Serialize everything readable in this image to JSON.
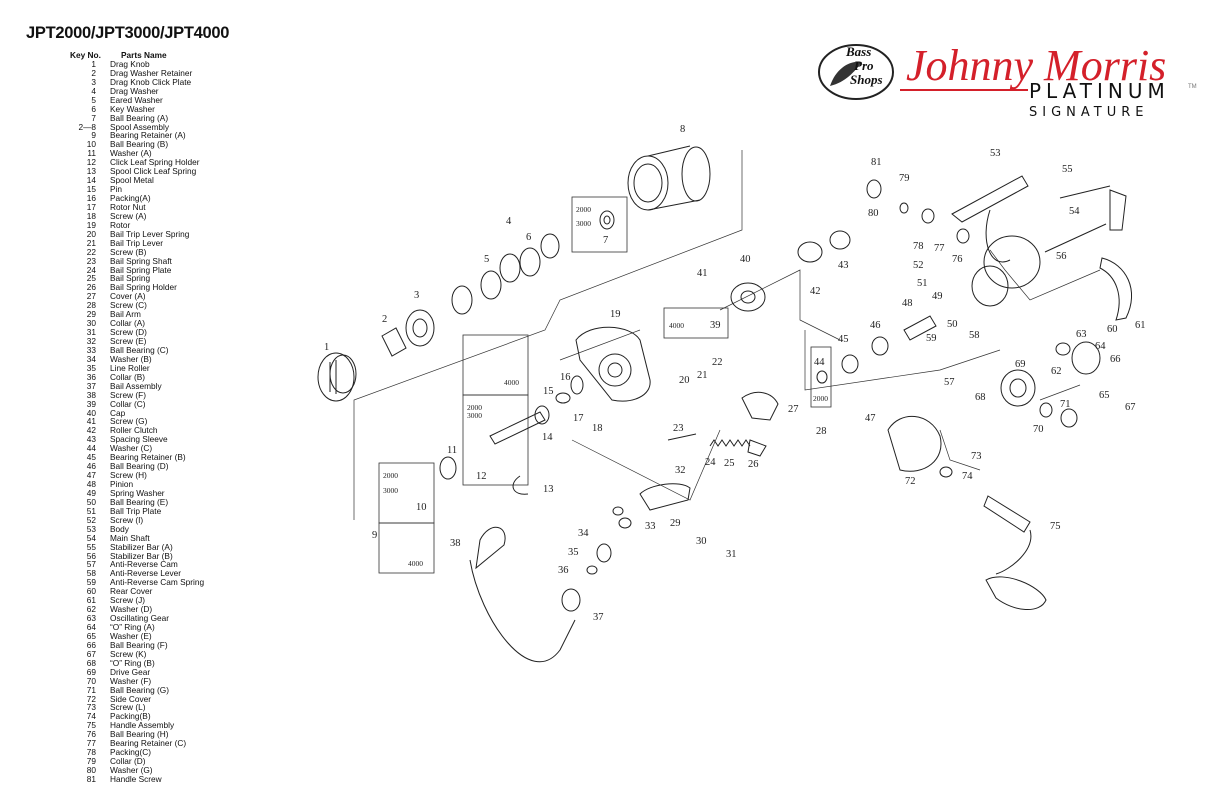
{
  "model": "JPT2000/JPT3000/JPT4000",
  "parts_header": {
    "key": "Key No.",
    "name": "Parts Name"
  },
  "parts": [
    {
      "key": "1",
      "name": "Drag Knob"
    },
    {
      "key": "2",
      "name": "Drag Washer Retainer"
    },
    {
      "key": "3",
      "name": "Drag Knob Click Plate"
    },
    {
      "key": "4",
      "name": "Drag Washer"
    },
    {
      "key": "5",
      "name": "Eared Washer"
    },
    {
      "key": "6",
      "name": "Key Washer"
    },
    {
      "key": "7",
      "name": "Ball Bearing (A)"
    },
    {
      "key": "2—8",
      "name": "Spool Assembly"
    },
    {
      "key": "9",
      "name": "Bearing Retainer (A)"
    },
    {
      "key": "10",
      "name": "Ball Bearing (B)"
    },
    {
      "key": "11",
      "name": "Washer (A)"
    },
    {
      "key": "12",
      "name": "Click Leaf Spring Holder"
    },
    {
      "key": "13",
      "name": "Spool Click Leaf Spring"
    },
    {
      "key": "14",
      "name": "Spool Metal"
    },
    {
      "key": "15",
      "name": "Pin"
    },
    {
      "key": "16",
      "name": "Packing(A)"
    },
    {
      "key": "17",
      "name": "Rotor Nut"
    },
    {
      "key": "18",
      "name": "Screw (A)"
    },
    {
      "key": "19",
      "name": "Rotor"
    },
    {
      "key": "20",
      "name": "Bail Trip Lever Spring"
    },
    {
      "key": "21",
      "name": "Bail Trip Lever"
    },
    {
      "key": "22",
      "name": "Screw (B)"
    },
    {
      "key": "23",
      "name": "Bail Spring Shaft"
    },
    {
      "key": "24",
      "name": "Bail Spring Plate"
    },
    {
      "key": "25",
      "name": "Bail Spring"
    },
    {
      "key": "26",
      "name": "Bail Spring Holder"
    },
    {
      "key": "27",
      "name": "Cover (A)"
    },
    {
      "key": "28",
      "name": "Screw (C)"
    },
    {
      "key": "29",
      "name": "Bail Arm"
    },
    {
      "key": "30",
      "name": "Collar (A)"
    },
    {
      "key": "31",
      "name": "Screw (D)"
    },
    {
      "key": "32",
      "name": "Screw (E)"
    },
    {
      "key": "33",
      "name": "Ball Bearing (C)"
    },
    {
      "key": "34",
      "name": "Washer (B)"
    },
    {
      "key": "35",
      "name": "Line Roller"
    },
    {
      "key": "36",
      "name": "Collar (B)"
    },
    {
      "key": "37",
      "name": "Bail Assembly"
    },
    {
      "key": "38",
      "name": "Screw (F)"
    },
    {
      "key": "39",
      "name": "Collar (C)"
    },
    {
      "key": "40",
      "name": "Cap"
    },
    {
      "key": "41",
      "name": "Screw (G)"
    },
    {
      "key": "42",
      "name": "Roller Clutch"
    },
    {
      "key": "43",
      "name": "Spacing Sleeve"
    },
    {
      "key": "44",
      "name": "Washer (C)"
    },
    {
      "key": "45",
      "name": "Bearing Retainer (B)"
    },
    {
      "key": "46",
      "name": "Ball Bearing (D)"
    },
    {
      "key": "47",
      "name": "Screw (H)"
    },
    {
      "key": "48",
      "name": "Pinion"
    },
    {
      "key": "49",
      "name": "Spring Washer"
    },
    {
      "key": "50",
      "name": "Ball Bearing (E)"
    },
    {
      "key": "51",
      "name": "Ball Trip Plate"
    },
    {
      "key": "52",
      "name": "Screw (I)"
    },
    {
      "key": "53",
      "name": "Body"
    },
    {
      "key": "54",
      "name": "Main Shaft"
    },
    {
      "key": "55",
      "name": "Stabilizer Bar (A)"
    },
    {
      "key": "56",
      "name": "Stabilizer Bar (B)"
    },
    {
      "key": "57",
      "name": "Anti-Reverse Cam"
    },
    {
      "key": "58",
      "name": "Anti-Reverse Lever"
    },
    {
      "key": "59",
      "name": "Anti-Reverse Cam Spring"
    },
    {
      "key": "60",
      "name": "Rear Cover"
    },
    {
      "key": "61",
      "name": "Screw (J)"
    },
    {
      "key": "62",
      "name": "Washer (D)"
    },
    {
      "key": "63",
      "name": "Oscillating Gear"
    },
    {
      "key": "64",
      "name": "“O” Ring (A)"
    },
    {
      "key": "65",
      "name": "Washer (E)"
    },
    {
      "key": "66",
      "name": "Ball Bearing (F)"
    },
    {
      "key": "67",
      "name": "Screw (K)"
    },
    {
      "key": "68",
      "name": "“O” Ring (B)"
    },
    {
      "key": "69",
      "name": "Drive Gear"
    },
    {
      "key": "70",
      "name": "Washer (F)"
    },
    {
      "key": "71",
      "name": "Ball Bearing (G)"
    },
    {
      "key": "72",
      "name": "Side Cover"
    },
    {
      "key": "73",
      "name": "Screw (L)"
    },
    {
      "key": "74",
      "name": "Packing(B)"
    },
    {
      "key": "75",
      "name": "Handle Assembly"
    },
    {
      "key": "76",
      "name": "Ball Bearing (H)"
    },
    {
      "key": "77",
      "name": "Bearing Retainer (C)"
    },
    {
      "key": "78",
      "name": "Packing(C)"
    },
    {
      "key": "79",
      "name": "Collar (D)"
    },
    {
      "key": "80",
      "name": "Washer (G)"
    },
    {
      "key": "81",
      "name": "Handle Screw"
    }
  ],
  "logo": {
    "bass_pro_lines": [
      "Bass",
      "Pro",
      "Shops"
    ],
    "script": "Johnny Morris",
    "platinum": "PLATINUM",
    "signature": "SIGNATURE",
    "tm": "TM",
    "red": "#d4202a"
  },
  "callouts": [
    "1",
    "2",
    "3",
    "4",
    "5",
    "6",
    "7",
    "8",
    "9",
    "10",
    "11",
    "12",
    "13",
    "14",
    "15",
    "16",
    "17",
    "18",
    "19",
    "20",
    "21",
    "22",
    "23",
    "24",
    "25",
    "26",
    "27",
    "28",
    "29",
    "30",
    "31",
    "32",
    "33",
    "34",
    "35",
    "36",
    "37",
    "38",
    "39",
    "40",
    "41",
    "42",
    "43",
    "44",
    "45",
    "46",
    "47",
    "48",
    "49",
    "50",
    "51",
    "52",
    "53",
    "54",
    "55",
    "56",
    "57",
    "58",
    "59",
    "60",
    "61",
    "62",
    "63",
    "64",
    "65",
    "66",
    "67",
    "68",
    "69",
    "70",
    "71",
    "72",
    "73",
    "74",
    "75",
    "76",
    "77",
    "78",
    "79",
    "80",
    "81"
  ],
  "size_labels": {
    "s2000": "2000",
    "s3000": "3000",
    "s4000": "4000"
  }
}
